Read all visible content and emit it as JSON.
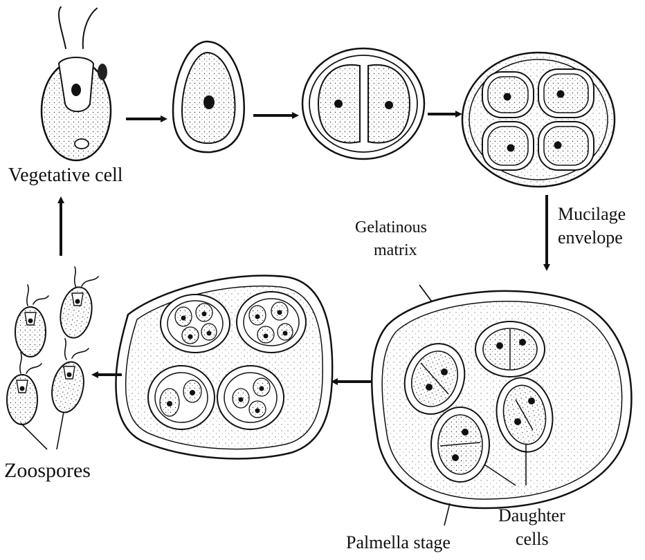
{
  "labels": {
    "vegetative_cell": "Vegetative cell",
    "mucilage_envelope_line1": "Mucilage",
    "mucilage_envelope_line2": "envelope",
    "gelatinous_matrix_line1": "Gelatinous",
    "gelatinous_matrix_line2": "matrix",
    "zoospores": "Zoospores",
    "palmella_stage": "Palmella stage",
    "daughter_cells_line1": "Daughter",
    "daughter_cells_line2": "cells"
  },
  "colors": {
    "ink": "#111111",
    "background": "#ffffff"
  }
}
